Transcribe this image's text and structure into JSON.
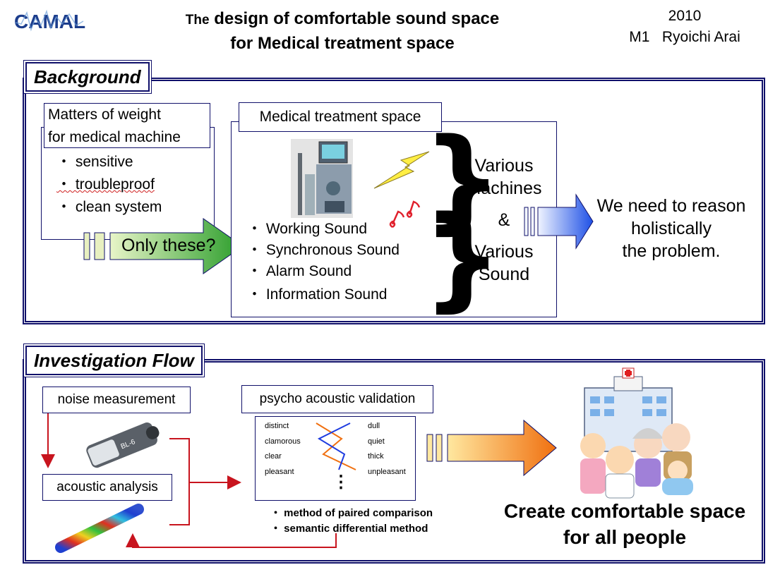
{
  "logo": {
    "text": "CAMAL"
  },
  "title": {
    "prefix": "The",
    "line1_rest": "design of comfortable sound space",
    "line2": "for Medical treatment space"
  },
  "meta": {
    "year": "2010",
    "author": "M1   Ryoichi Arai"
  },
  "background": {
    "heading": "Background",
    "matters": {
      "title_line1": "Matters of weight",
      "title_line2": "for medical machine",
      "items": [
        "・ sensitive",
        "・ troubleproof",
        "・ clean system"
      ]
    },
    "arrow_label": "Only these?",
    "medical": {
      "title": "Medical treatment space",
      "sounds": [
        "・ Working Sound",
        "・ Synchronous Sound",
        "・ Alarm Sound",
        "・ Information Sound"
      ]
    },
    "various": {
      "machines_l1": "Various",
      "machines_l2": "Machines",
      "amp": "&",
      "sound_l1": "Various",
      "sound_l2": "Sound"
    },
    "conclusion": {
      "l1": "We need to reason",
      "l2": "holistically",
      "l3": "the problem."
    }
  },
  "flow": {
    "heading": "Investigation Flow",
    "noise": "noise measurement",
    "acoustic": "acoustic analysis",
    "psycho": "psycho acoustic validation",
    "sd": {
      "left": [
        "distinct",
        "clamorous",
        "clear",
        "pleasant"
      ],
      "right": [
        "dull",
        "quiet",
        "thick",
        "unpleasant"
      ],
      "dots": "⋮"
    },
    "methods": [
      "・ method of paired comparison",
      "・ semantic differential method"
    ],
    "meter_label": "BL-6",
    "goal": {
      "l1": "Create comfortable space",
      "l2": "for all people"
    }
  },
  "colors": {
    "navy": "#10106a",
    "green": "#2a9d2a",
    "blue": "#1e50e6",
    "orange": "#f07010",
    "red": "#c8141e"
  }
}
